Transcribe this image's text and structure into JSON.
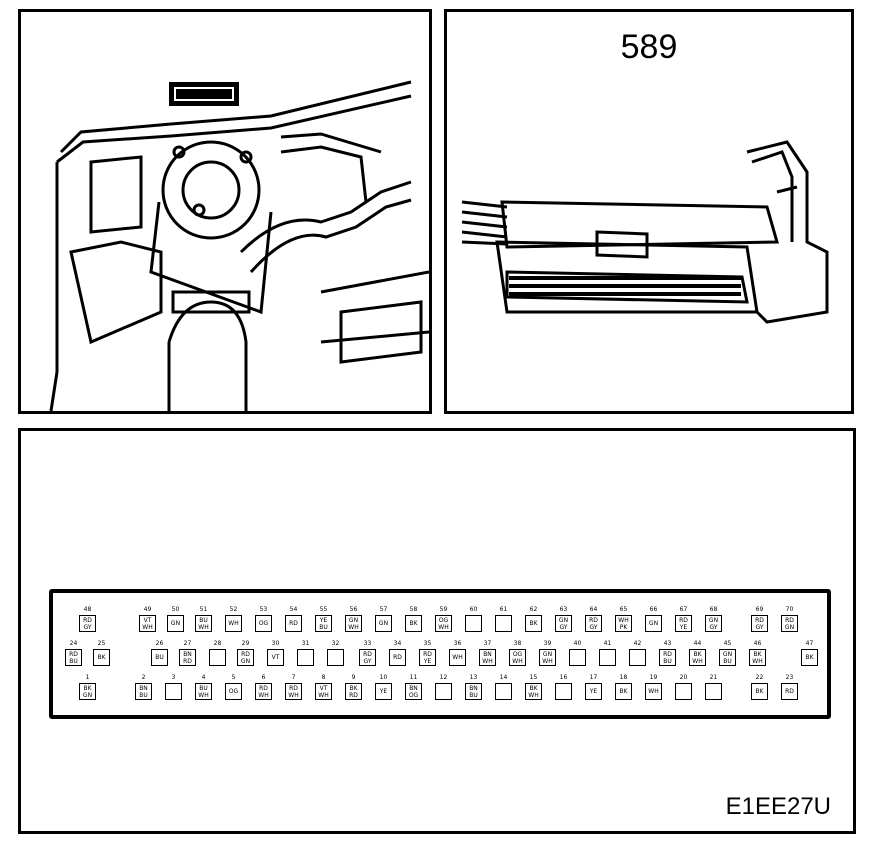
{
  "panel_2_number": "589",
  "figure_code": "E1EE27U",
  "pins": [
    {
      "n": "48",
      "c": "RD GY"
    },
    {
      "n": "49",
      "c": "VT WH"
    },
    {
      "n": "50",
      "c": "GN"
    },
    {
      "n": "51",
      "c": "BU WH"
    },
    {
      "n": "52",
      "c": "WH"
    },
    {
      "n": "53",
      "c": "OG"
    },
    {
      "n": "54",
      "c": "RD"
    },
    {
      "n": "55",
      "c": "YE BU"
    },
    {
      "n": "56",
      "c": "GN WH"
    },
    {
      "n": "57",
      "c": "GN"
    },
    {
      "n": "58",
      "c": "BK"
    },
    {
      "n": "59",
      "c": "OG WH"
    },
    {
      "n": "60",
      "c": ""
    },
    {
      "n": "61",
      "c": ""
    },
    {
      "n": "62",
      "c": "BK"
    },
    {
      "n": "63",
      "c": "GN GY"
    },
    {
      "n": "64",
      "c": "RD GY"
    },
    {
      "n": "65",
      "c": "WH PK"
    },
    {
      "n": "66",
      "c": "GN"
    },
    {
      "n": "67",
      "c": "RD YE"
    },
    {
      "n": "68",
      "c": "GN GY"
    },
    {
      "n": "69",
      "c": "RD GY"
    },
    {
      "n": "70",
      "c": "RD GN"
    },
    {
      "n": "24",
      "c": "RD BU"
    },
    {
      "n": "25",
      "c": "BK"
    },
    {
      "n": "26",
      "c": "BU"
    },
    {
      "n": "27",
      "c": "BN RD"
    },
    {
      "n": "28",
      "c": ""
    },
    {
      "n": "29",
      "c": "RD GN"
    },
    {
      "n": "30",
      "c": "VT"
    },
    {
      "n": "31",
      "c": ""
    },
    {
      "n": "32",
      "c": ""
    },
    {
      "n": "33",
      "c": "RD GY"
    },
    {
      "n": "34",
      "c": "RD"
    },
    {
      "n": "35",
      "c": "RD YE"
    },
    {
      "n": "36",
      "c": "WH"
    },
    {
      "n": "37",
      "c": "BN WH"
    },
    {
      "n": "38",
      "c": "OG WH"
    },
    {
      "n": "39",
      "c": "GN WH"
    },
    {
      "n": "40",
      "c": ""
    },
    {
      "n": "41",
      "c": ""
    },
    {
      "n": "42",
      "c": ""
    },
    {
      "n": "43",
      "c": "RD BU"
    },
    {
      "n": "44",
      "c": "BK WH"
    },
    {
      "n": "45",
      "c": "GN BU"
    },
    {
      "n": "46",
      "c": "BK WH"
    },
    {
      "n": "47",
      "c": "BK"
    },
    {
      "n": "1",
      "c": "BK GN"
    },
    {
      "n": "2",
      "c": "BN BU"
    },
    {
      "n": "3",
      "c": ""
    },
    {
      "n": "4",
      "c": "BU WH"
    },
    {
      "n": "5",
      "c": "OG"
    },
    {
      "n": "6",
      "c": "RD WH"
    },
    {
      "n": "7",
      "c": "RD WH"
    },
    {
      "n": "8",
      "c": "VT WH"
    },
    {
      "n": "9",
      "c": "BK RD"
    },
    {
      "n": "10",
      "c": "YE"
    },
    {
      "n": "11",
      "c": "BN OG"
    },
    {
      "n": "12",
      "c": ""
    },
    {
      "n": "13",
      "c": "BN BU"
    },
    {
      "n": "14",
      "c": ""
    },
    {
      "n": "15",
      "c": "BK WH"
    },
    {
      "n": "16",
      "c": ""
    },
    {
      "n": "17",
      "c": "YE"
    },
    {
      "n": "18",
      "c": "BK"
    },
    {
      "n": "19",
      "c": "WH"
    },
    {
      "n": "20",
      "c": ""
    },
    {
      "n": "21",
      "c": ""
    },
    {
      "n": "22",
      "c": "BK"
    },
    {
      "n": "23",
      "c": "RD"
    }
  ]
}
